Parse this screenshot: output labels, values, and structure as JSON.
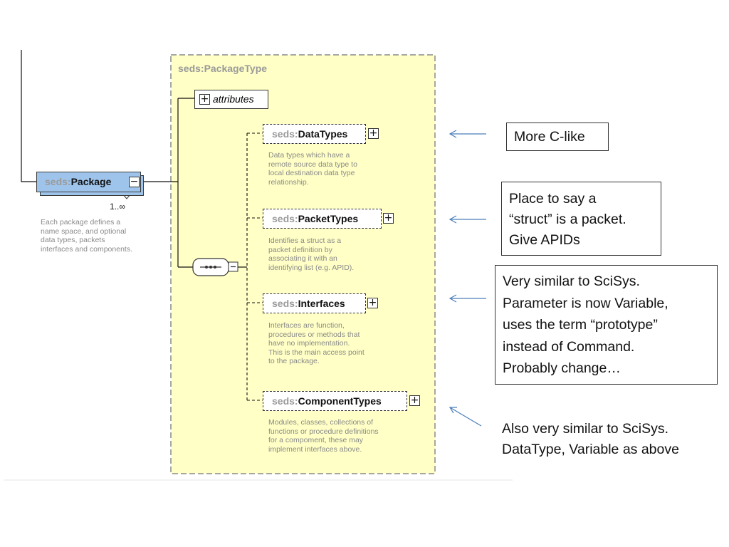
{
  "package_type": {
    "title": "seds:PackageType"
  },
  "package": {
    "prefix": "seds:",
    "name": "Package",
    "multiplicity": "1..∞",
    "description": [
      "Each package defines a",
      "name space, and optional",
      "data types, packets",
      "interfaces and components."
    ]
  },
  "attributes": {
    "label": "attributes"
  },
  "elements": [
    {
      "prefix": "seds:",
      "name": "DataTypes",
      "description": [
        "Data types which have a",
        "remote source data type to",
        "local destination data type",
        "relationship."
      ]
    },
    {
      "prefix": "seds:",
      "name": "PacketTypes",
      "description": [
        "Identifies a struct as a",
        "packet definition by",
        "associating it with an",
        "identifying list (e.g. APID)."
      ]
    },
    {
      "prefix": "seds:",
      "name": "Interfaces",
      "description": [
        "Interfaces are function,",
        "procedures or methods that",
        "have no implementation.",
        "This is the main access point",
        "to the package."
      ]
    },
    {
      "prefix": "seds:",
      "name": "ComponentTypes",
      "description": [
        "Modules, classes, collections of",
        "functions or procedure definitions",
        "for a compoment, these may",
        "implement interfaces above."
      ]
    }
  ],
  "notes": [
    {
      "lines": [
        "More C-like"
      ],
      "boxed": true
    },
    {
      "lines": [
        "Place to say a",
        "“struct” is a packet.",
        "Give APIDs"
      ],
      "boxed": true
    },
    {
      "lines": [
        "Very similar to SciSys.",
        "Parameter is now Variable,",
        "uses the term “prototype”",
        "instead of Command.",
        "Probably change…"
      ],
      "boxed": true
    },
    {
      "lines": [
        "Also very similar to SciSys.",
        "DataType, Variable as above"
      ],
      "boxed": false
    }
  ],
  "colors": {
    "package_type_fill": "#ffffc6",
    "package_fill": "#9fc4ec",
    "arrow": "#4a7ebb"
  },
  "icons": {
    "expand": "plus-box-icon",
    "collapse": "minus-box-icon",
    "sequence": "sequence-compositor-icon"
  }
}
